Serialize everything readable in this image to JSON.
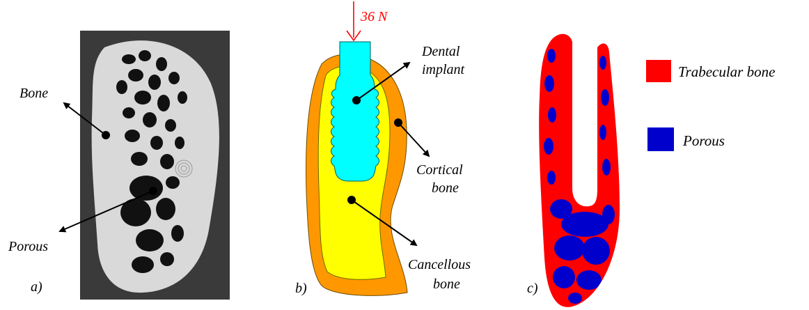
{
  "panels": {
    "a": {
      "tag": "a)",
      "labels": {
        "bone": "Bone",
        "porous": "Porous"
      }
    },
    "b": {
      "tag": "b)",
      "force": "36 N",
      "labels": {
        "dental": [
          "Dental",
          "implant"
        ],
        "cortical": [
          "Cortical",
          "bone"
        ],
        "cancellous": [
          "Cancellous",
          "bone"
        ]
      }
    },
    "c": {
      "tag": "c)",
      "legend": [
        {
          "name": "Trabecular bone",
          "color": "#ff0000"
        },
        {
          "name": "Porous",
          "color": "#0000cc"
        }
      ]
    }
  },
  "colors": {
    "ct_background": "#3a3a3a",
    "ct_bone": "#d9d9d9",
    "ct_pore": "#111111",
    "cortical": "#ff9800",
    "cancellous": "#ffff00",
    "implant": "#00ffff",
    "force": "#ff0000",
    "trabecular": "#ff0000",
    "porous": "#0000cc"
  }
}
